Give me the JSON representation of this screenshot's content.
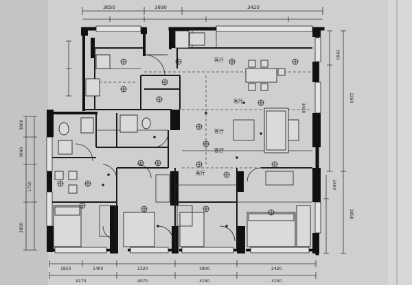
{
  "document": {
    "kind": "architectural floor plan (photographed print)",
    "paper_color": "#cfcfcd",
    "ink_color": "#111111",
    "dimension_labels": {
      "top": [
        "3650",
        "3890",
        "3420"
      ],
      "left": [
        "3800",
        "3640",
        "1750",
        "3850"
      ],
      "right": [
        "3960",
        "3260",
        "2400",
        "3850"
      ],
      "bottom_row1": [
        "1850",
        "1400",
        "2320",
        "3800",
        "2420"
      ],
      "bottom_row2": [
        "4170",
        "4070",
        "3150",
        "3150"
      ],
      "center": [
        "3420"
      ]
    },
    "room_labels": [
      "客厅",
      "客厅",
      "客厅",
      "客厅",
      "客厅"
    ],
    "fixtures": [
      "dining-table",
      "sofa",
      "bed",
      "bathtub",
      "toilet",
      "wardrobe"
    ]
  }
}
